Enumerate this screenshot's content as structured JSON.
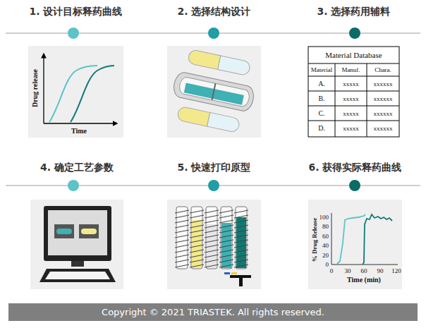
{
  "diagram": {
    "nodes": [
      {
        "text": [
          "1. 设计目标释药曲线"
        ]
      },
      {
        "text": [
          "2. 选择结构设计"
        ]
      },
      {
        "text": [
          "3. 选择药用辅料"
        ]
      },
      {
        "text": [
          "4. 确定工艺参数"
        ]
      },
      {
        "text": [
          "5. 快速打印原型"
        ]
      },
      {
        "text": [
          "6. 获得实际释药曲线"
        ]
      },
      {
        "text": [
          "Copyright © 2021 TRIASTEK. All rights reserved."
        ]
      }
    ],
    "labels": [
      "Drug release",
      "Time",
      "Material Database",
      "Material",
      "Manuf.",
      "Chara.",
      "A.",
      "xxxxx",
      "xxxxxx",
      "B.",
      "xxxxx",
      "xxxxxx",
      "C.",
      "xxxxx",
      "xxxxxx",
      "D.",
      "xxxxx",
      "xxxxxx",
      "% Drug Release",
      "100",
      "80",
      "60",
      "40",
      "20",
      "0",
      "0",
      "30",
      "60",
      "90",
      "120",
      "Time (min)"
    ]
  }
}
